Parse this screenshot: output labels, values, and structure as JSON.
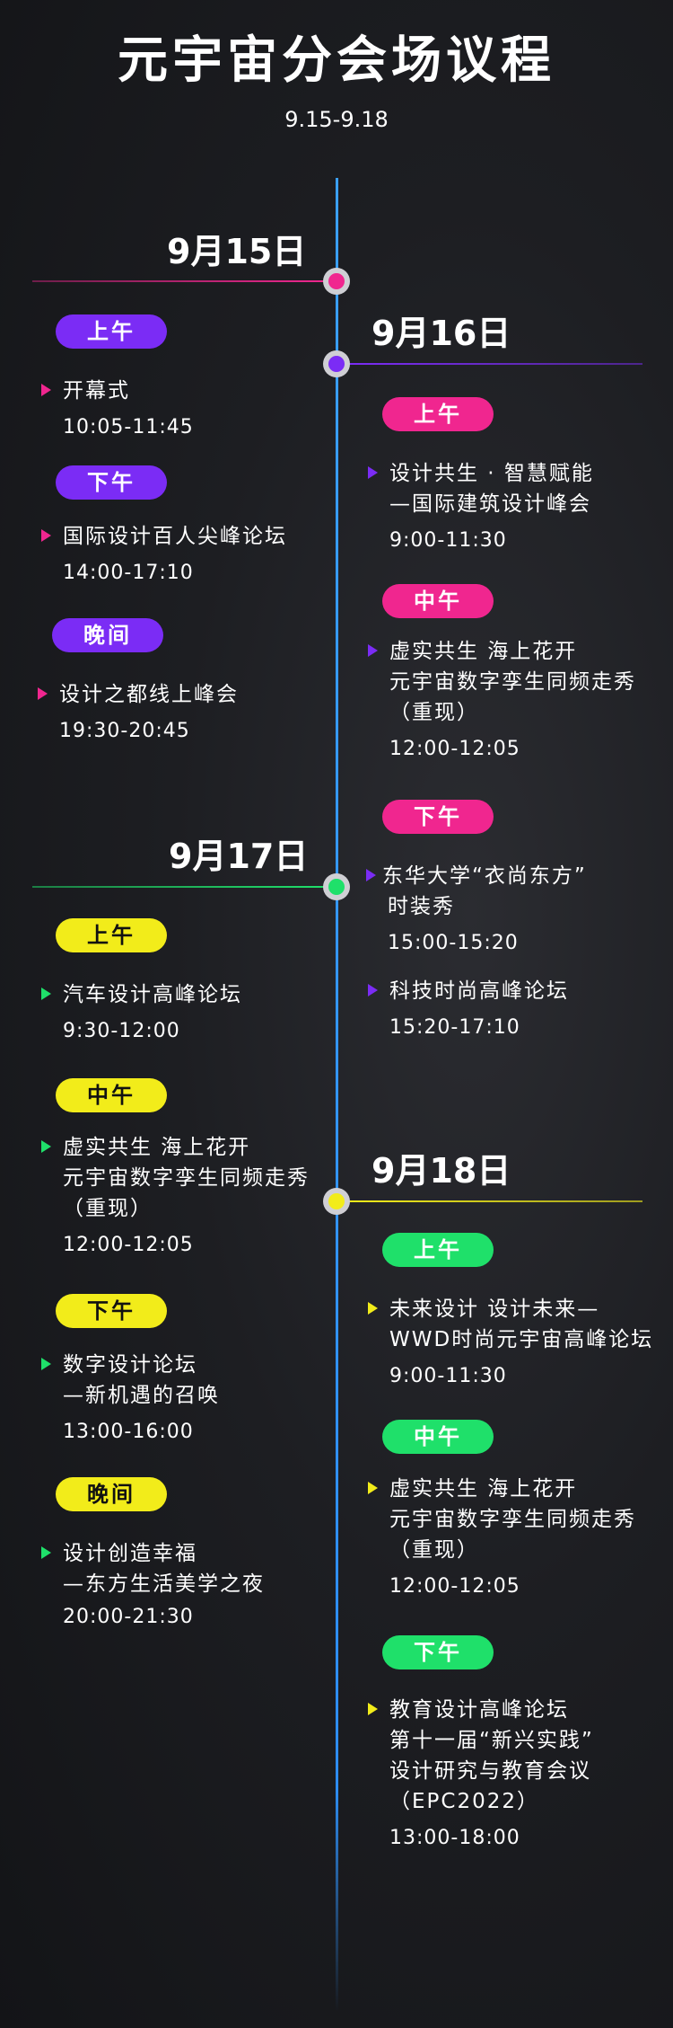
{
  "header": {
    "title": "元宇宙分会场议程",
    "dates": "9.15-9.18"
  },
  "colors": {
    "day1": "#f0268f",
    "day2": "#7b2cf5",
    "day3": "#1fe06a",
    "day4": "#f2ec1a",
    "timeline": "#2d8cf0"
  },
  "days": {
    "d15": {
      "date": "9月15日",
      "p1": "上午",
      "e1": {
        "l1": "开幕式",
        "time": "10:05-11:45"
      },
      "p2": "下午",
      "e2": {
        "l1": "国际设计百人尖峰论坛",
        "time": "14:00-17:10"
      },
      "p3": "晚间",
      "e3": {
        "l1": "设计之都线上峰会",
        "time": "19:30-20:45"
      }
    },
    "d16": {
      "date": "9月16日",
      "p1": "上午",
      "e1": {
        "l1": "设计共生 · 智慧赋能",
        "l2": "—国际建筑设计峰会",
        "time": "9:00-11:30"
      },
      "p2": "中午",
      "e2": {
        "l1": "虚实共生 海上花开",
        "l2": "元宇宙数字孪生同频走秀",
        "l3": "（重现）",
        "time": "12:00-12:05"
      },
      "p3": "下午",
      "e3": {
        "l1": "东华大学“衣尚东方”",
        "l2": "时装秀",
        "time": "15:00-15:20"
      },
      "e4": {
        "l1": "科技时尚高峰论坛",
        "time": "15:20-17:10"
      }
    },
    "d17": {
      "date": "9月17日",
      "p1": "上午",
      "e1": {
        "l1": "汽车设计高峰论坛",
        "time": "9:30-12:00"
      },
      "p2": "中午",
      "e2": {
        "l1": "虚实共生 海上花开",
        "l2": "元宇宙数字孪生同频走秀",
        "l3": "（重现）",
        "time": "12:00-12:05"
      },
      "p3": "下午",
      "e3": {
        "l1": "数字设计论坛",
        "l2": "—新机遇的召唤",
        "time": "13:00-16:00"
      },
      "p4": "晚间",
      "e4": {
        "l1": "设计创造幸福",
        "l2": "—东方生活美学之夜",
        "time": "20:00-21:30"
      }
    },
    "d18": {
      "date": "9月18日",
      "p1": "上午",
      "e1": {
        "l1": "未来设计 设计未来—",
        "l2": "WWD时尚元宇宙高峰论坛",
        "time": "9:00-11:30"
      },
      "p2": "中午",
      "e2": {
        "l1": "虚实共生 海上花开",
        "l2": "元宇宙数字孪生同频走秀",
        "l3": "（重现）",
        "time": "12:00-12:05"
      },
      "p3": "下午",
      "e3": {
        "l1": "教育设计高峰论坛",
        "l2": "第十一届“新兴实践”",
        "l3": "设计研究与教育会议",
        "l4": "（EPC2022）",
        "time": "13:00-18:00"
      }
    }
  }
}
